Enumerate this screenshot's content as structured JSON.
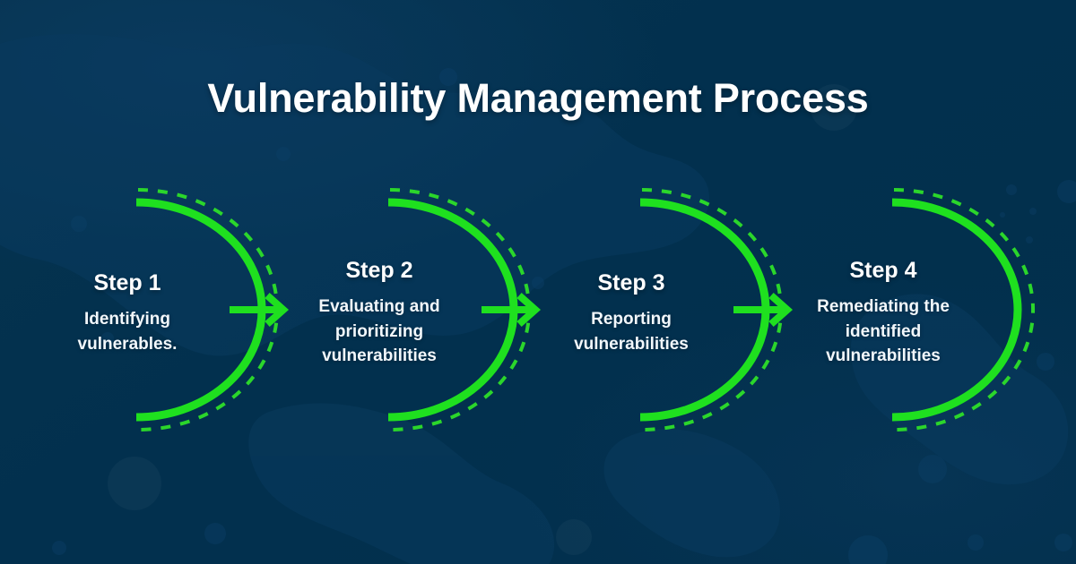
{
  "page": {
    "title": "Vulnerability Management Process",
    "background_color": "#05314f",
    "accent_color": "#1fe01f",
    "title_color": "#ffffff"
  },
  "steps": [
    {
      "label": "Step 1",
      "description": "Identifying vulnerables.",
      "has_arrow": true
    },
    {
      "label": "Step 2",
      "description": "Evaluating and prioritizing vulnerabilities",
      "has_arrow": true
    },
    {
      "label": "Step 3",
      "description": "Reporting vulnerabilities",
      "has_arrow": true
    },
    {
      "label": "Step 4",
      "description": "Remediating the identified vulnerabilities",
      "has_arrow": false
    }
  ]
}
